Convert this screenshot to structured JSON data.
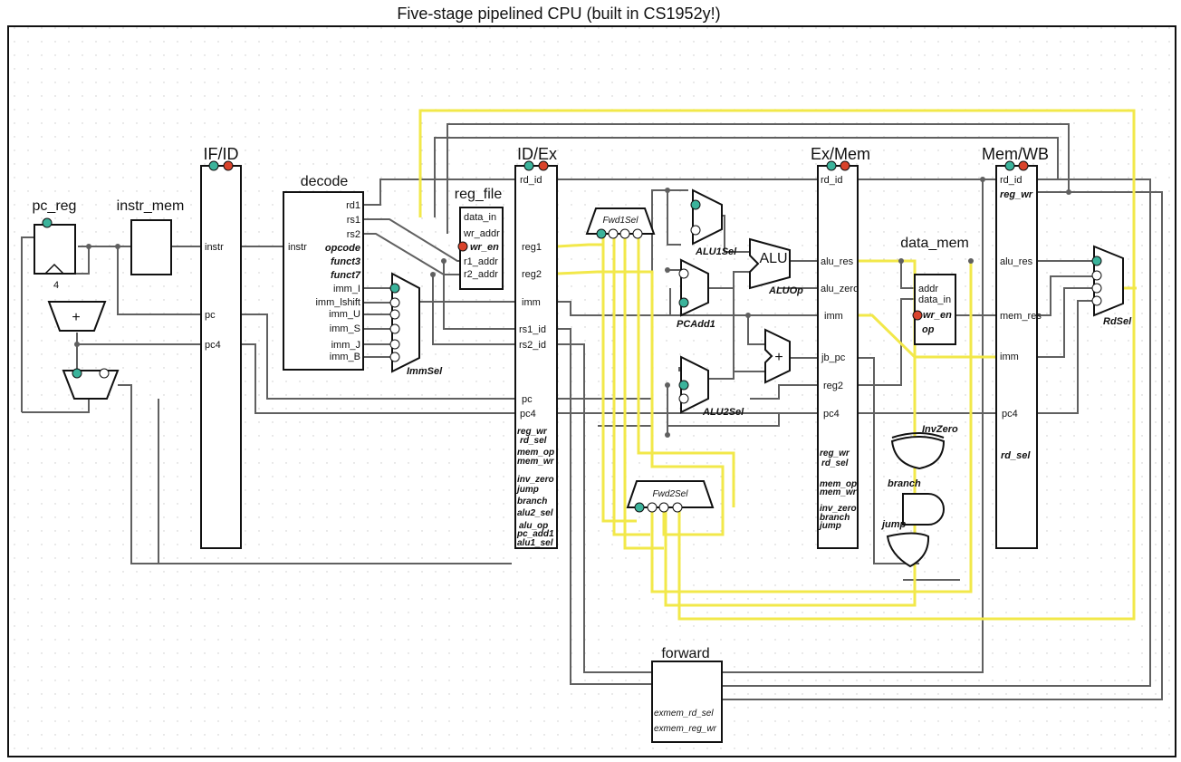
{
  "diagram": {
    "title": "Five-stage pipelined CPU (built in CS1952y!)",
    "colors": {
      "wire": "#606060",
      "forward_wire": "#f2e84a",
      "port_in": "#3bb39b",
      "port_control": "#d9432b",
      "outline": "#111111"
    },
    "components": {
      "pc_reg": {
        "label": "pc_reg",
        "const": "4"
      },
      "instr_mem": {
        "label": "instr_mem"
      },
      "if_id": {
        "label": "IF/ID",
        "ports": [
          "instr",
          "pc",
          "pc4"
        ]
      },
      "decode": {
        "label": "decode",
        "in": "instr",
        "outs": [
          "rd1",
          "rs1",
          "rs2",
          "opcode",
          "funct3",
          "funct7",
          "imm_I",
          "imm_lshift",
          "imm_U",
          "imm_S",
          "imm_J",
          "imm_B"
        ]
      },
      "imm_sel": {
        "label": "ImmSel"
      },
      "reg_file": {
        "label": "reg_file",
        "ports": [
          "data_in",
          "wr_addr",
          "wr_en",
          "r1_addr",
          "r2_addr"
        ]
      },
      "id_ex": {
        "label": "ID/Ex",
        "ports": [
          "rd_id",
          "reg1",
          "reg2",
          "imm",
          "rs1_id",
          "rs2_id",
          "pc",
          "pc4"
        ],
        "controls": [
          "reg_wr",
          "rd_sel",
          "mem_op",
          "mem_wr",
          "inv_zero",
          "jump",
          "branch",
          "alu2_sel",
          "alu_op",
          "pc_add1",
          "alu1_sel"
        ]
      },
      "fwd1_sel": {
        "label": "Fwd1Sel"
      },
      "fwd2_sel": {
        "label": "Fwd2Sel"
      },
      "alu1_sel": {
        "label": "ALU1Sel"
      },
      "pc_add1": {
        "label": "PCAdd1"
      },
      "alu2_sel": {
        "label": "ALU2Sel"
      },
      "alu": {
        "label": "ALU",
        "op": "ALUOp"
      },
      "adder": {
        "label": "+"
      },
      "ex_mem": {
        "label": "Ex/Mem",
        "ports": [
          "rd_id",
          "alu_res",
          "alu_zero",
          "imm",
          "jb_pc",
          "reg2",
          "pc4"
        ],
        "controls": [
          "reg_wr",
          "rd_sel",
          "mem_op",
          "mem_wr",
          "inv_zero",
          "branch",
          "jump"
        ]
      },
      "data_mem": {
        "label": "data_mem",
        "ports": [
          "addr",
          "data_in",
          "wr_en",
          "op"
        ]
      },
      "gates": {
        "inv_zero": "InvZero",
        "branch": "branch",
        "jump": "jump"
      },
      "mem_wb": {
        "label": "Mem/WB",
        "ports": [
          "rd_id",
          "reg_wr",
          "alu_res",
          "mem_res",
          "imm",
          "pc4",
          "rd_sel"
        ]
      },
      "rd_sel": {
        "label": "RdSel"
      },
      "forward": {
        "label": "forward",
        "ports": [
          "exmem_rd_sel",
          "exmem_reg_wr"
        ]
      }
    }
  }
}
